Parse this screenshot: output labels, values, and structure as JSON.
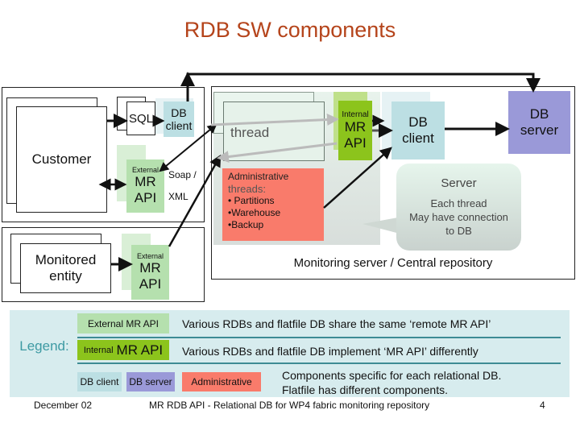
{
  "title": "RDB SW components",
  "customer": {
    "label": "Customer",
    "sql_label": "SQL",
    "db_client": {
      "line1": "DB",
      "line2": "client"
    },
    "external_api": {
      "small": "External",
      "line1": "MR",
      "line2": "API"
    },
    "protocol": {
      "line1": "Soap /",
      "line2": "XML"
    }
  },
  "monitored": {
    "label_line1": "Monitored",
    "label_line2": "entity",
    "external_api": {
      "small": "External",
      "line1": "MR",
      "line2": "API"
    }
  },
  "server_box": {
    "caption": "Monitoring server / Central repository",
    "thread_label": "thread",
    "internal_api": {
      "small": "Internal",
      "line1": "MR",
      "line2": "API"
    },
    "db_client": {
      "line1": "DB",
      "line2": "client"
    },
    "db_server": {
      "line1": "DB",
      "line2": "server"
    },
    "admin": {
      "line1": "Administrative",
      "line2": "threads:",
      "items": [
        "• Partitions",
        "•Warehouse",
        "•Backup"
      ]
    },
    "bubble": {
      "title": "Server",
      "line1": "Each thread",
      "line2": "May have connection",
      "line3": "to DB"
    }
  },
  "legend": {
    "label": "Legend:",
    "rows": [
      {
        "tag": "External MR API",
        "text": "Various RDBs and flatfile DB share the same ‘remote MR API’"
      },
      {
        "tag_small": "Internal",
        "tag_big": "MR API",
        "text": "Various RDBs and flatfile DB implement ‘MR API’ differently"
      }
    ],
    "chips": [
      "DB client",
      "DB server",
      "Administrative"
    ],
    "chips_text_line1": "Components specific for each relational DB.",
    "chips_text_line2": "Flatfile has different components."
  },
  "colors": {
    "title": "#b5441b",
    "external_api": "#b5e0ae",
    "internal_api": "#8cc41c",
    "db_client": "#bcdfe3",
    "db_server": "#9a99d8",
    "administrative": "#f97b6b",
    "legend_bg": "#d7ecee"
  },
  "footer": {
    "date": "December 02",
    "center": "MR RDB API - Relational DB for WP4 fabric monitoring repository",
    "page": "4"
  }
}
